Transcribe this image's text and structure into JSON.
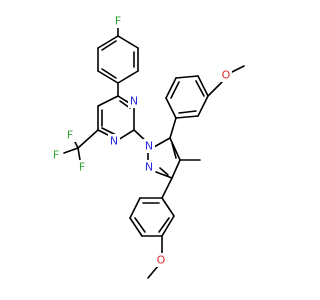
{
  "molecule": {
    "atoms": {
      "fluorine_para": "F",
      "pyrimidine_n_upper": "N",
      "pyrimidine_n_lower": "N",
      "cf3_f_top": "F",
      "cf3_f_left": "F",
      "cf3_f_bottom": "F",
      "pyrazole_n1": "N",
      "pyrazole_n2": "N",
      "methoxy_o_top": "O",
      "methoxy_o_bottom": "O"
    },
    "colors": {
      "bond": "#000000",
      "fluorine": "#33a336",
      "nitrogen": "#2a2ae0",
      "oxygen": "#e02a2a"
    }
  }
}
